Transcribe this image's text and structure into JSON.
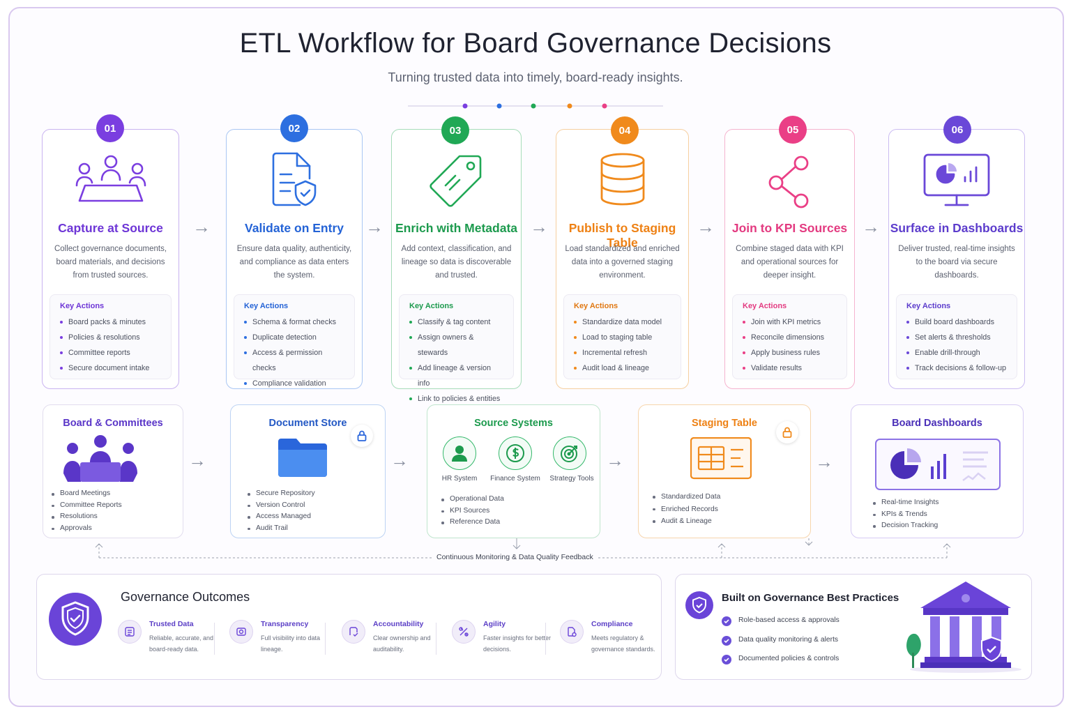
{
  "header": {
    "title": "ETL Workflow for Board Governance Decisions",
    "subtitle": "Turning trusted data into timely, board-ready insights."
  },
  "colors": {
    "step1": "#7a3ee0",
    "step2": "#2d6fe0",
    "step3": "#20a855",
    "step4": "#f08a1c",
    "step5": "#ea3f86",
    "step6": "#6a48d8"
  },
  "steps": [
    {
      "number": "01",
      "title": "Capture at Source",
      "icon": "board-meeting-icon",
      "description": "Collect governance documents, board materials, and decisions from trusted sources.",
      "key_actions_label": "Key Actions",
      "actions": [
        "Board packs & minutes",
        "Policies & resolutions",
        "Committee reports",
        "Secure document intake"
      ]
    },
    {
      "number": "02",
      "title": "Validate on Entry",
      "icon": "document-shield-icon",
      "description": "Ensure data quality, authenticity, and compliance as data enters the system.",
      "key_actions_label": "Key Actions",
      "actions": [
        "Schema & format checks",
        "Duplicate detection",
        "Access & permission checks",
        "Compliance validation"
      ]
    },
    {
      "number": "03",
      "title": "Enrich with Metadata",
      "icon": "tag-icon",
      "description": "Add context, classification, and lineage so data is discoverable and trusted.",
      "key_actions_label": "Key Actions",
      "actions": [
        "Classify & tag content",
        "Assign owners & stewards",
        "Add lineage & version info",
        "Link to policies & entities"
      ]
    },
    {
      "number": "04",
      "title": "Publish to Staging Table",
      "icon": "database-icon",
      "description": "Load standardized and enriched data into a governed staging environment.",
      "key_actions_label": "Key Actions",
      "actions": [
        "Standardize data model",
        "Load to staging table",
        "Incremental refresh",
        "Audit load & lineage"
      ]
    },
    {
      "number": "05",
      "title": "Join to KPI Sources",
      "icon": "share-nodes-icon",
      "description": "Combine staged data with KPI and operational sources for deeper insight.",
      "key_actions_label": "Key Actions",
      "actions": [
        "Join with KPI metrics",
        "Reconcile dimensions",
        "Apply business rules",
        "Validate results"
      ]
    },
    {
      "number": "06",
      "title": "Surface in Dashboards",
      "icon": "monitor-chart-icon",
      "description": "Deliver trusted, real-time insights to the board via secure dashboards.",
      "key_actions_label": "Key Actions",
      "actions": [
        "Build board dashboards",
        "Set alerts & thresholds",
        "Enable drill-through",
        "Track decisions & follow-up"
      ]
    }
  ],
  "systems": {
    "board": {
      "title": "Board & Committees",
      "items": [
        "Board Meetings",
        "Committee Reports",
        "Resolutions",
        "Approvals"
      ]
    },
    "document_store": {
      "title": "Document Store",
      "items": [
        "Secure Repository",
        "Version Control",
        "Access Managed",
        "Audit Trail"
      ]
    },
    "source_systems": {
      "title": "Source Systems",
      "sources": [
        "HR System",
        "Finance System",
        "Strategy Tools"
      ],
      "items": [
        "Operational Data",
        "KPI Sources",
        "Reference Data"
      ]
    },
    "staging": {
      "title": "Staging Table",
      "items": [
        "Standardized Data",
        "Enriched Records",
        "Audit & Lineage"
      ]
    },
    "dashboards": {
      "title": "Board Dashboards",
      "items": [
        "Real-time Insights",
        "KPIs & Trends",
        "Decision Tracking"
      ]
    }
  },
  "feedback_label": "Continuous Monitoring & Data Quality Feedback",
  "outcomes": {
    "title": "Governance Outcomes",
    "items": [
      {
        "title": "Trusted Data",
        "desc": "Reliable, accurate, and board-ready data."
      },
      {
        "title": "Transparency",
        "desc": "Full visibility into data lineage."
      },
      {
        "title": "Accountability",
        "desc": "Clear ownership and auditability."
      },
      {
        "title": "Agility",
        "desc": "Faster insights for better decisions."
      },
      {
        "title": "Compliance",
        "desc": "Meets regulatory & governance standards."
      }
    ]
  },
  "best_practices": {
    "title": "Built on Governance Best Practices",
    "items": [
      "Role-based access & approvals",
      "Data quality monitoring & alerts",
      "Documented policies & controls"
    ]
  }
}
